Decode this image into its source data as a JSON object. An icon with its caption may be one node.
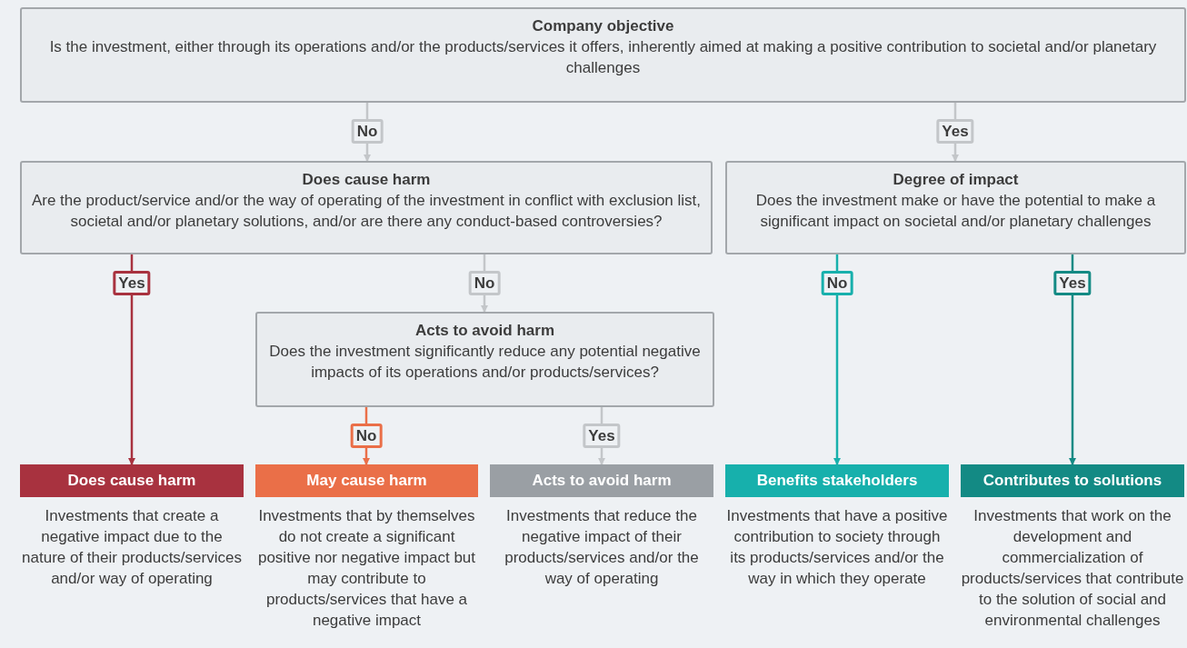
{
  "diagram": {
    "nodes": [
      {
        "text": [
          "Company objective",
          "Is the investment, either through its operations and/or the products/services it offers, inherently aimed at making a positive contribution to societal and/or planetary challenges"
        ]
      },
      {
        "text": [
          "Does cause harm",
          "Are the product/service and/or the way of operating of the investment in conflict with exclusion list, societal and/or planetary solutions, and/or are there any conduct-based controversies?"
        ]
      },
      {
        "text": [
          "Degree of impact",
          "Does the investment make or have the potential to make a significant impact on societal and/or planetary challenges"
        ]
      },
      {
        "text": [
          "Acts to avoid harm",
          "Does the investment significantly reduce any potential negative impacts of its operations and/or products/services?"
        ]
      },
      {
        "text": [
          "Does cause harm"
        ],
        "beside": [
          "Investments that create a negative impact due to the nature of their products/services and/or way of operating"
        ]
      },
      {
        "text": [
          "May cause harm"
        ],
        "beside": [
          "Investments that by themselves do not create a significant positive nor negative impact but may contribute to products/services that have a negative impact"
        ]
      },
      {
        "text": [
          "Acts to avoid harm"
        ],
        "beside": [
          "Investments that reduce the negative impact of their products/services and/or the way of operating"
        ]
      },
      {
        "text": [
          "Benefits stakeholders"
        ],
        "beside": [
          "Investments that have a positive contribution to society through its products/services and/or the way in which they operate"
        ]
      },
      {
        "text": [
          "Contributes to solutions"
        ],
        "beside": [
          "Investments that work on the development and commercialization of products/services that contribute to the solution of social and environmental challenges"
        ]
      }
    ],
    "edges": [
      {
        "from": 0,
        "to": 1,
        "arrow": "to",
        "label": "No",
        "color": "#c3c6c9"
      },
      {
        "from": 0,
        "to": 2,
        "arrow": "to",
        "label": "Yes",
        "color": "#c3c6c9"
      },
      {
        "from": 1,
        "to": 4,
        "arrow": "to",
        "label": "Yes",
        "color": "#a8323f"
      },
      {
        "from": 1,
        "to": 3,
        "arrow": "to",
        "label": "No",
        "color": "#c3c6c9"
      },
      {
        "from": 3,
        "to": 5,
        "arrow": "to",
        "label": "No",
        "color": "#ea6f48"
      },
      {
        "from": 3,
        "to": 6,
        "arrow": "to",
        "label": "Yes",
        "color": "#c3c6c9"
      },
      {
        "from": 2,
        "to": 7,
        "arrow": "to",
        "label": "No",
        "color": "#17b0ac"
      },
      {
        "from": 2,
        "to": 8,
        "arrow": "to",
        "label": "Yes",
        "color": "#138a84"
      }
    ]
  }
}
